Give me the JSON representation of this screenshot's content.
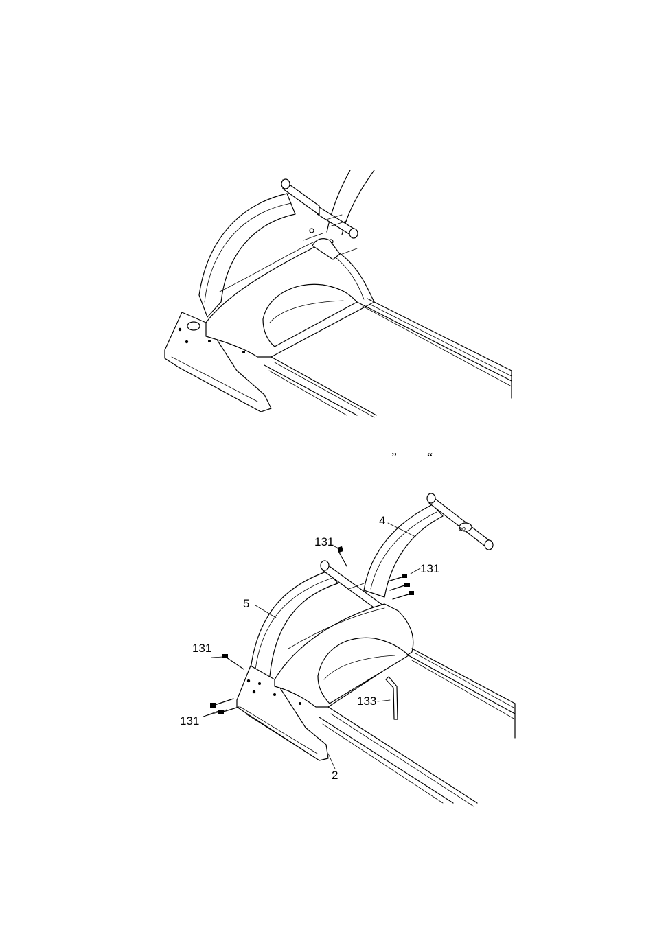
{
  "figure_top": {
    "quotes": [
      "”",
      "“"
    ]
  },
  "figure_bottom": {
    "callouts": [
      {
        "id": "upright-right",
        "text": "4"
      },
      {
        "id": "bolt-top",
        "text": "131"
      },
      {
        "id": "bolts-right",
        "text": "131"
      },
      {
        "id": "upright-left",
        "text": "5"
      },
      {
        "id": "bolt-left-upper",
        "text": "131"
      },
      {
        "id": "allen-key",
        "text": "133"
      },
      {
        "id": "bolts-left-lower",
        "text": "131"
      },
      {
        "id": "base-frame",
        "text": "2"
      }
    ]
  }
}
